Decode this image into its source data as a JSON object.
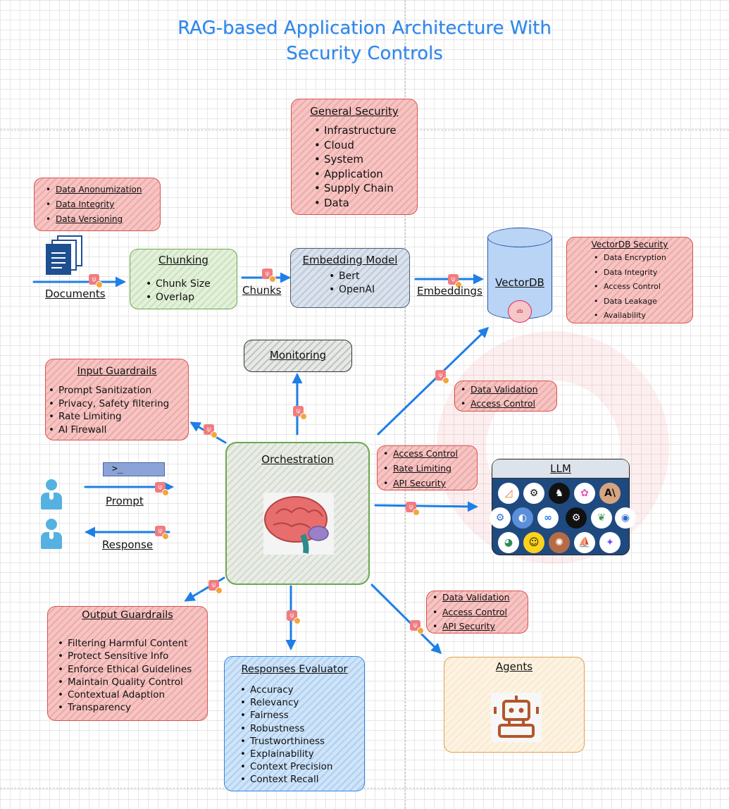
{
  "title": {
    "line1": "RAG-based Application Architecture With",
    "line2": "Security Controls"
  },
  "general_security": {
    "title": "General Security",
    "items": [
      "Infrastructure",
      "Cloud",
      "System",
      "Application",
      "Supply Chain",
      "Data"
    ]
  },
  "data_controls": {
    "items": [
      "Data Anonumization",
      "Data Integrity",
      "Data Versioning"
    ]
  },
  "documents_label": "Documents",
  "chunking": {
    "title": "Chunking",
    "items": [
      "Chunk Size",
      "Overlap"
    ]
  },
  "chunks_label": "Chunks",
  "embedding_model": {
    "title": "Embedding Model",
    "items": [
      "Bert",
      "OpenAI"
    ]
  },
  "embeddings_label": "Embeddings",
  "vectordb": {
    "label": "VectorDB",
    "logo_text": "db"
  },
  "vectordb_security": {
    "title": "VectorDB Security",
    "items": [
      "Data Encryption",
      "Data Integrity",
      "Access Control",
      "Data Leakage",
      "Availability"
    ]
  },
  "monitoring": {
    "title": "Monitoring"
  },
  "input_guardrails": {
    "title": "Input Guardrails",
    "items": [
      "Prompt Sanitization",
      "Privacy, Safety filtering",
      "Rate Limiting",
      "AI Firewall"
    ]
  },
  "vector_path_controls": {
    "items": [
      "Data Validation",
      "Access Control"
    ]
  },
  "llm_path_controls": {
    "items": [
      "Access Control",
      "Rate Limiting",
      "API Security"
    ]
  },
  "orchestration": {
    "title": "Orchestration"
  },
  "llm": {
    "title": "LLM"
  },
  "terminal_prompt": ">_",
  "prompt_label": "Prompt",
  "response_label": "Response",
  "output_guardrails": {
    "title": "Output Guardrails",
    "items": [
      "Filtering Harmful Content",
      "Protect Sensitive Info",
      "Enforce Ethical Guidelines",
      "Maintain Quality Control",
      "Contextual Adaption",
      "Transparency"
    ]
  },
  "responses_evaluator": {
    "title": "Responses Evaluator",
    "items": [
      "Accuracy",
      "Relevancy",
      "Fairness",
      "Robustness",
      "Trustworthiness",
      "Explainability",
      "Context Precision",
      "Context Recall"
    ]
  },
  "agent_path_controls": {
    "items": [
      "Data Validation",
      "Access Control",
      "API Security"
    ]
  },
  "agents": {
    "title": "Agents"
  },
  "colors": {
    "title_blue": "#2f86e8",
    "arrow_blue": "#1e7fe6",
    "red_fill": "#f5c5c3",
    "red_border": "#d9534f",
    "badge_pink": "#f07c80",
    "badge_orange": "#f3a63b"
  }
}
